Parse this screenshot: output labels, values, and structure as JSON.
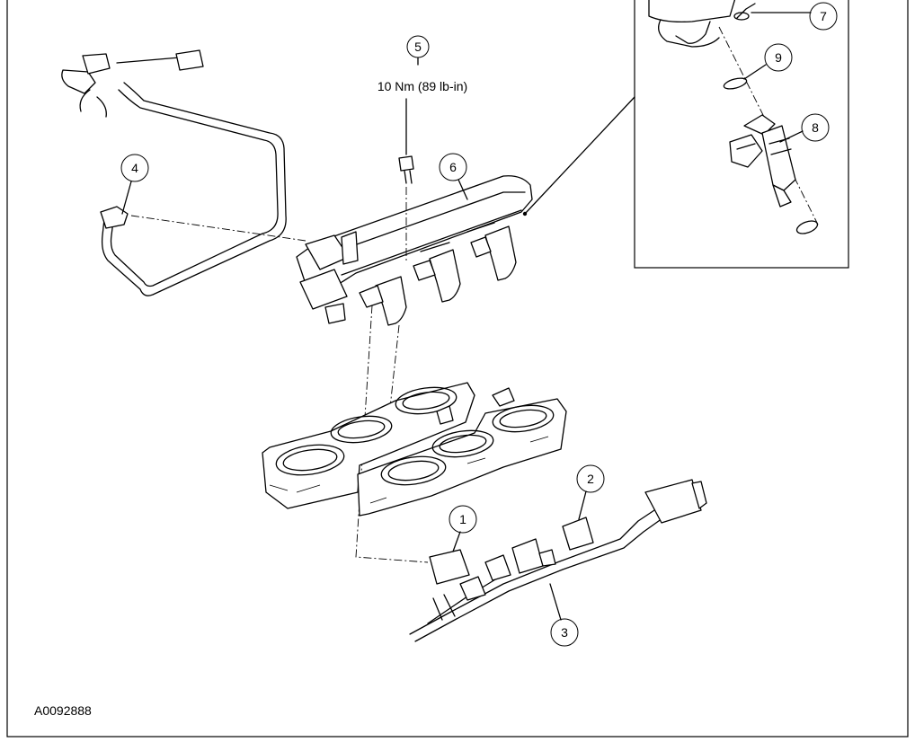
{
  "diagram": {
    "figure_id": "A0092888",
    "torque_spec": "10 Nm (89 lb-in)",
    "callouts": [
      {
        "number": "1"
      },
      {
        "number": "2"
      },
      {
        "number": "3"
      },
      {
        "number": "4"
      },
      {
        "number": "5"
      },
      {
        "number": "6"
      },
      {
        "number": "7"
      },
      {
        "number": "8"
      },
      {
        "number": "9"
      }
    ]
  }
}
